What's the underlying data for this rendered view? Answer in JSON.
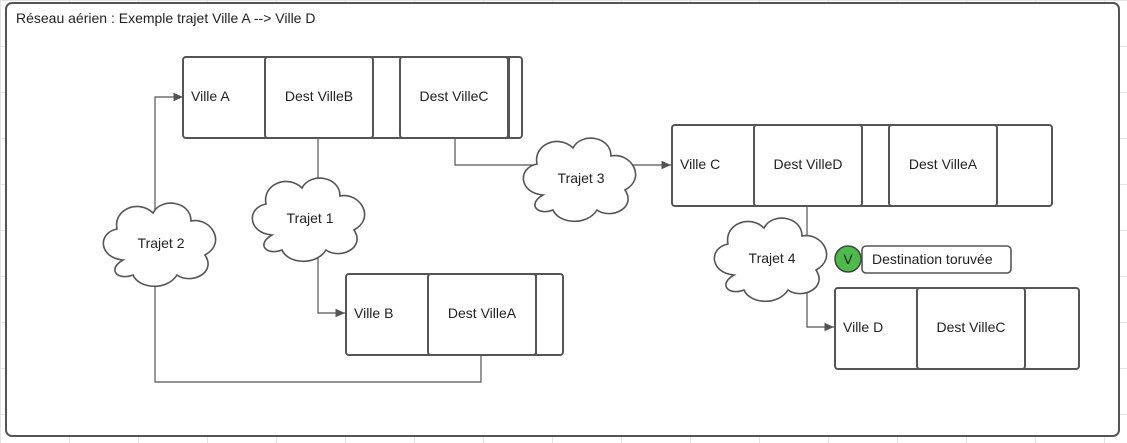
{
  "title": "Réseau aérien : Exemple trajet Ville A --> Ville D",
  "nodes": {
    "ville_a": {
      "name": "Ville A",
      "dests": [
        "Dest VilleB",
        "Dest VilleC"
      ]
    },
    "ville_b": {
      "name": "Ville B",
      "dests": [
        "Dest VilleA"
      ]
    },
    "ville_c": {
      "name": "Ville C",
      "dests": [
        "Dest VilleD",
        "Dest VilleA"
      ]
    },
    "ville_d": {
      "name": "Ville D",
      "dests": [
        "Dest VilleC"
      ]
    }
  },
  "trajets": [
    "Trajet 1",
    "Trajet 2",
    "Trajet 3",
    "Trajet 4"
  ],
  "badge": {
    "letter": "V",
    "text": "Destination toruvée",
    "color": "#4cbb4c"
  },
  "colors": {
    "stroke": "#555555",
    "box_fill": "#ffffff"
  }
}
